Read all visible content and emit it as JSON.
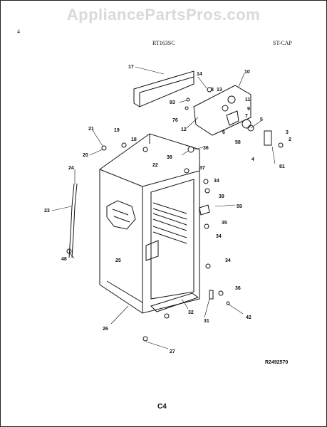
{
  "watermark": "AppliancePartsPros.com",
  "header": {
    "page": "4",
    "model": "RT163SC",
    "section": "ST-CAP"
  },
  "footer": {
    "diagram_id": "R2492570",
    "page_code": "C4"
  },
  "diagram": {
    "part_labels": [
      "17",
      "14",
      "8",
      "13",
      "10",
      "11",
      "83",
      "76",
      "12",
      "9",
      "7",
      "5",
      "6",
      "58",
      "3",
      "2",
      "4",
      "81",
      "21",
      "19",
      "18",
      "20",
      "36",
      "38",
      "22",
      "37",
      "24",
      "34",
      "39",
      "23",
      "59",
      "35",
      "34",
      "48",
      "25",
      "34",
      "36",
      "32",
      "31",
      "42",
      "26",
      "27"
    ]
  }
}
